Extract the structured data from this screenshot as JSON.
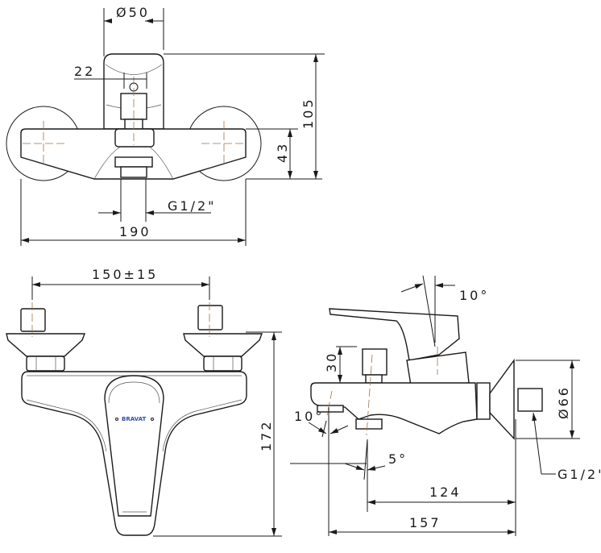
{
  "top_view": {
    "dims": {
      "diameter_50": "Ø50",
      "d22": "22",
      "d105": "105",
      "d43": "43",
      "thread": "G1/2\"",
      "d190": "190"
    }
  },
  "front_view": {
    "dims": {
      "centers": "150±15",
      "d172": "172"
    },
    "brand_logo": "BRAVAT",
    "logo_color": "#2d4fb0"
  },
  "side_view": {
    "dims": {
      "angle_lever": "10°",
      "d30": "30",
      "angle_spout": "10°",
      "angle_outlet": "5°",
      "diameter_66": "Ø66",
      "thread": "G1/2'",
      "d124": "124",
      "d157": "157"
    }
  }
}
